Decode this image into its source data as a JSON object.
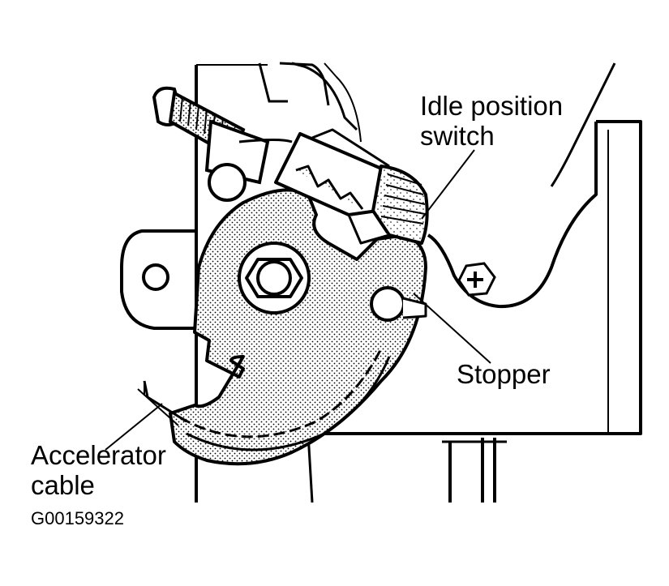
{
  "labels": {
    "idle_position_switch": [
      "Idle position",
      "switch"
    ],
    "stopper": "Stopper",
    "accelerator_cable": [
      "Accelerator",
      "cable"
    ]
  },
  "figure_id": "G00159322"
}
